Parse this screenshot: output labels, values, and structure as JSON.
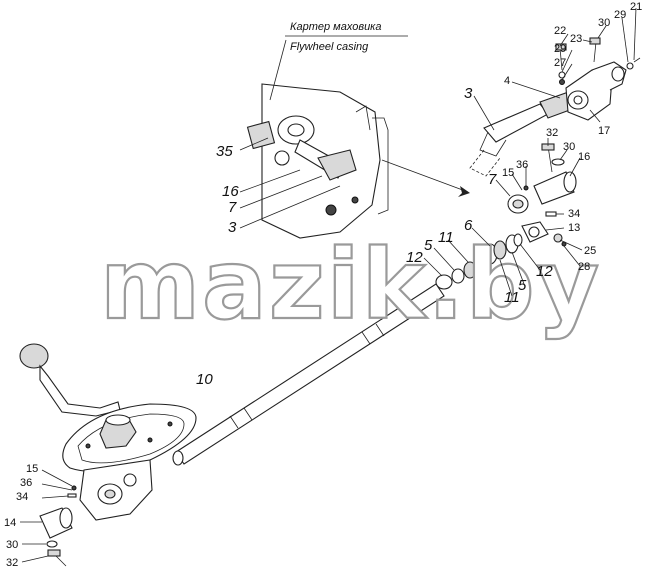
{
  "caption": {
    "ru": "Картер маховика",
    "en": "Flywheel casing"
  },
  "watermark": "mazik.by",
  "callouts": [
    {
      "id": "c22",
      "text": "22"
    },
    {
      "id": "c23",
      "text": "23"
    },
    {
      "id": "c30a",
      "text": "30"
    },
    {
      "id": "c29a",
      "text": "29"
    },
    {
      "id": "c21",
      "text": "21"
    },
    {
      "id": "c29b",
      "text": "29"
    },
    {
      "id": "c27",
      "text": "27"
    },
    {
      "id": "c4",
      "text": "4"
    },
    {
      "id": "c3a",
      "text": "3"
    },
    {
      "id": "c17",
      "text": "17"
    },
    {
      "id": "c32a",
      "text": "32"
    },
    {
      "id": "c30b",
      "text": "30"
    },
    {
      "id": "c16a",
      "text": "16"
    },
    {
      "id": "c36a",
      "text": "36"
    },
    {
      "id": "c15a",
      "text": "15"
    },
    {
      "id": "c7a",
      "text": "7"
    },
    {
      "id": "c35",
      "text": "35"
    },
    {
      "id": "c16b",
      "text": "16"
    },
    {
      "id": "c7b",
      "text": "7"
    },
    {
      "id": "c3b",
      "text": "3"
    },
    {
      "id": "c34a",
      "text": "34"
    },
    {
      "id": "c13",
      "text": "13"
    },
    {
      "id": "c6",
      "text": "6"
    },
    {
      "id": "c5a",
      "text": "5"
    },
    {
      "id": "c11a",
      "text": "11"
    },
    {
      "id": "c25",
      "text": "25"
    },
    {
      "id": "c12a",
      "text": "12"
    },
    {
      "id": "c28",
      "text": "28"
    },
    {
      "id": "c5b",
      "text": "5"
    },
    {
      "id": "c12b",
      "text": "12"
    },
    {
      "id": "c11b",
      "text": "11"
    },
    {
      "id": "c10",
      "text": "10"
    },
    {
      "id": "c15b",
      "text": "15"
    },
    {
      "id": "c36b",
      "text": "36"
    },
    {
      "id": "c34b",
      "text": "34"
    },
    {
      "id": "c14",
      "text": "14"
    },
    {
      "id": "c30c",
      "text": "30"
    },
    {
      "id": "c32b",
      "text": "32"
    }
  ]
}
